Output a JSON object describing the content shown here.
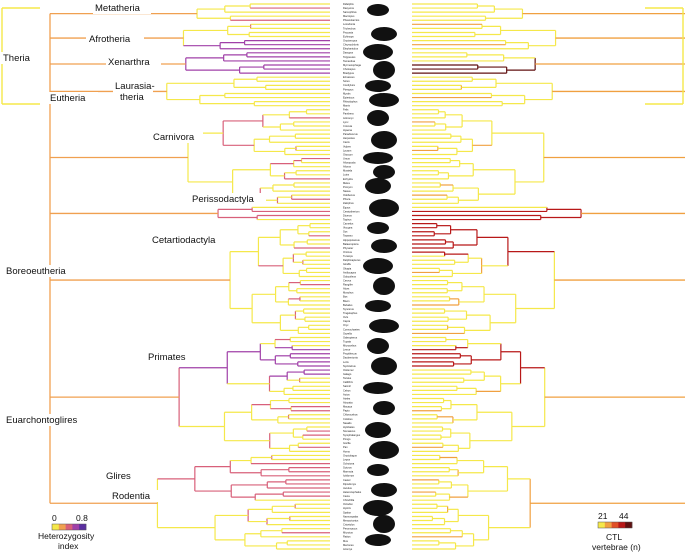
{
  "clades": [
    {
      "key": "metatheria",
      "label": "Metatheria"
    },
    {
      "key": "afrotheria",
      "label": "Afrotheria"
    },
    {
      "key": "theria",
      "label": "Theria"
    },
    {
      "key": "xenarthra",
      "label": "Xenarthra"
    },
    {
      "key": "eutheria",
      "label": "Eutheria"
    },
    {
      "key": "laurasiatheria_1",
      "label": "Laurasia-"
    },
    {
      "key": "laurasiatheria_2",
      "label": "theria"
    },
    {
      "key": "carnivora",
      "label": "Carnivora"
    },
    {
      "key": "perissodactyla",
      "label": "Perissodactyla"
    },
    {
      "key": "cetartiodactyla",
      "label": "Cetartiodactyla"
    },
    {
      "key": "boreoeutheria",
      "label": "Boreoeutheria"
    },
    {
      "key": "primates",
      "label": "Primates"
    },
    {
      "key": "euarchontoglires",
      "label": "Euarchontoglires"
    },
    {
      "key": "glires",
      "label": "Glires"
    },
    {
      "key": "rodentia",
      "label": "Rodentia"
    }
  ],
  "legend_left": {
    "min": "0",
    "max": "0.8",
    "title_line1": "Heterozygosity",
    "title_line2": "index",
    "colors": [
      "#f5e84a",
      "#f0a050",
      "#d8607a",
      "#a040a8",
      "#5a2ea0"
    ]
  },
  "legend_right": {
    "min": "21",
    "max": "44",
    "title_line1": "CTL",
    "title_line2": "vertebrae (n)",
    "colors": [
      "#f5e84a",
      "#f0a040",
      "#e05028",
      "#b81818",
      "#601010"
    ]
  },
  "taxa": [
    "Didelphis",
    "Dasyurus",
    "Sarcophilus",
    "Macropus",
    "Phascolarctos",
    "Loxodonta",
    "Trichechus",
    "Procavia",
    "Echinops",
    "Orycteropus",
    "Chrysochloris",
    "Elephantulus",
    "Dasypus",
    "Tolypeutes",
    "Tamandua",
    "Myrmecophaga",
    "Choloepus",
    "Bradypus",
    "Erinaceus",
    "Sorex",
    "Condylura",
    "Pteropus",
    "Myotis",
    "Eptesicus",
    "Rhinolophus",
    "Manis",
    "Felis",
    "Panthera",
    "Acinonyx",
    "Lynx",
    "Crocuta",
    "Hyaena",
    "Paradoxurus",
    "Herpestes",
    "Canis",
    "Vulpes",
    "Lycaon",
    "Otocyon",
    "Ursus",
    "Ailuropoda",
    "Ailurus",
    "Mustela",
    "Lutra",
    "Enhydra",
    "Meles",
    "Procyon",
    "Nasua",
    "Odobenus",
    "Phoca",
    "Zalophus",
    "Equus",
    "Ceratotherium",
    "Diceros",
    "Tapirus",
    "Camelus",
    "Vicugna",
    "Sus",
    "Tayassu",
    "Hippopotamus",
    "Balaenoptera",
    "Physeter",
    "Orcinus",
    "Tursiops",
    "Delphinapterus",
    "Giraffa",
    "Okapia",
    "Antilocapra",
    "Odocoileus",
    "Cervus",
    "Rangifer",
    "Alces",
    "Moschus",
    "Bos",
    "Bison",
    "Bubalus",
    "Syncerus",
    "Tragelaphus",
    "Ovis",
    "Capra",
    "Oryx",
    "Connochaetes",
    "Gazella",
    "Galeopterus",
    "Tupaia",
    "Microcebus",
    "Lemur",
    "Propithecus",
    "Daubentonia",
    "Loris",
    "Nycticebus",
    "Otolemur",
    "Galago",
    "Tarsius",
    "Callithrix",
    "Saimiri",
    "Cebus",
    "Aotus",
    "Ateles",
    "Alouatta",
    "Macaca",
    "Papio",
    "Chlorocebus",
    "Colobus",
    "Nasalis",
    "Hylobates",
    "Nomascus",
    "Symphalangus",
    "Pongo",
    "Gorilla",
    "Pan",
    "Homo",
    "Oryctolagus",
    "Lepus",
    "Ochotona",
    "Sciurus",
    "Marmota",
    "Ictidomys",
    "Castor",
    "Dipodomys",
    "Jaculus",
    "Heterocephalus",
    "Cavia",
    "Chinchilla",
    "Octodon",
    "Hystrix",
    "Spalax",
    "Nannospalax",
    "Mesocricetus",
    "Cricetulus",
    "Peromyscus",
    "Microtus",
    "Rattus",
    "Mus",
    "Meriones",
    "Acomys"
  ]
}
